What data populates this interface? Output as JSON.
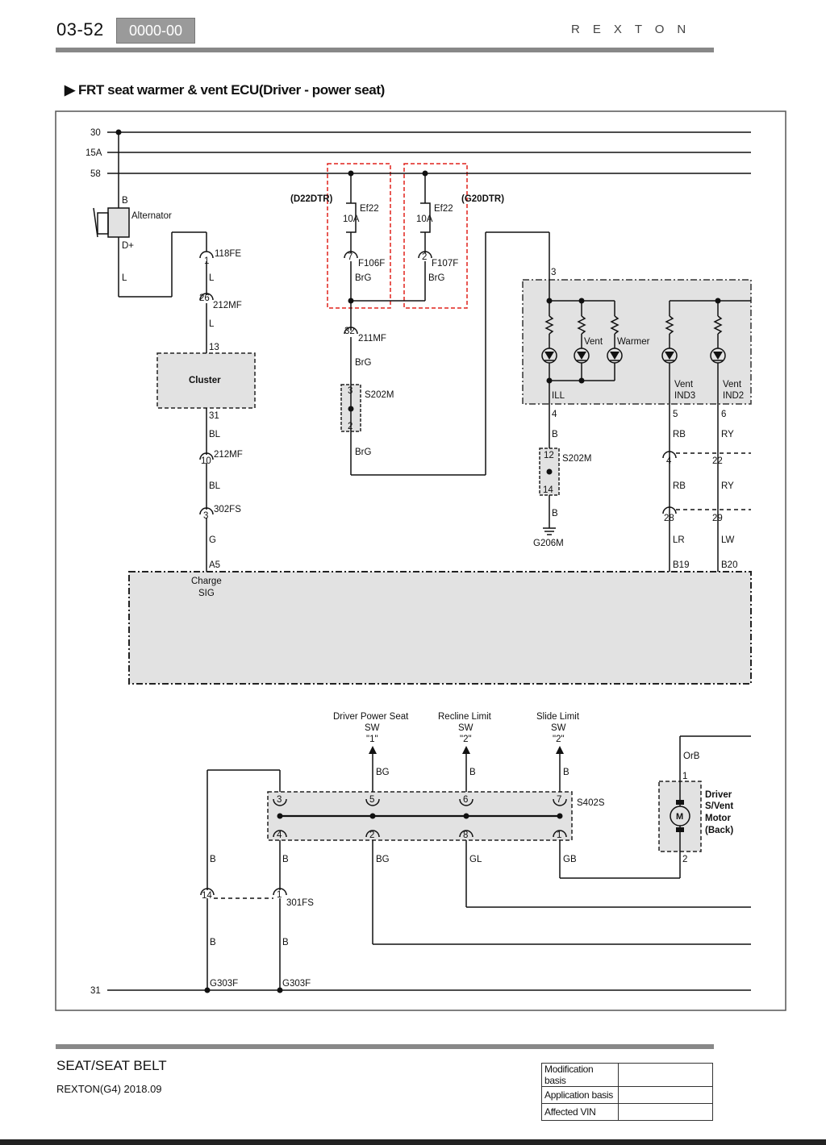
{
  "header": {
    "page_number": "03-52",
    "code": "0000-00",
    "brand": "REXTON"
  },
  "title": "▶ FRT seat warmer & vent ECU(Driver - power seat)",
  "diagram": {
    "bus": {
      "b30": "30",
      "b15a": "15A",
      "b58": "58",
      "b31": "31"
    },
    "alternator": {
      "name": "Alternator",
      "pin_b": "B",
      "pin_d": "D+",
      "wire": "L"
    },
    "cluster": {
      "name": "Cluster",
      "c1_pin": "1",
      "c1_name": "118FE",
      "w1": "L",
      "c2_pin": "26",
      "c2_name": "212MF",
      "w2": "L",
      "pin13": "13",
      "pin31": "31",
      "w3": "BL",
      "c3_pin": "10",
      "c3_name": "212MF",
      "w4": "BL",
      "c4_pin": "3",
      "c4_name": "302FS",
      "w5": "G",
      "pin_a5": "A5",
      "charge_l1": "Charge",
      "charge_l2": "SIG"
    },
    "fuses": {
      "d22": "(D22DTR)",
      "g20": "(G20DTR)",
      "f1_name": "Ef22",
      "f1_rating": "10A",
      "f1_pin": "7",
      "f1_conn": "F106F",
      "f1_wire": "BrG",
      "f2_name": "Ef22",
      "f2_rating": "10A",
      "f2_pin": "2",
      "f2_conn": "F107F",
      "f2_wire": "BrG",
      "j_pin": "32",
      "j_conn": "211MF",
      "j_wire": "BrG",
      "s_conn": "S202M",
      "s_pin_top": "3",
      "s_pin_bot": "2",
      "s_wire": "BrG"
    },
    "switch": {
      "pin3": "3",
      "vent": "Vent",
      "warmer": "Warmer",
      "vent3_l1": "Vent",
      "vent3_l2": "IND3",
      "vent2_l1": "Vent",
      "vent2_l2": "IND2",
      "ill": "ILL",
      "pin4": "4",
      "pin5": "5",
      "pin6": "6",
      "w_b": "B",
      "w_rb": "RB",
      "w_ry": "RY",
      "s_conn": "S202M",
      "s_pin_top": "12",
      "s_pin_bot": "14",
      "w_b2": "B",
      "ground": "G206M",
      "c_pin4": "4",
      "c_pin22": "22",
      "w_rb2": "RB",
      "w_ry2": "RY",
      "c_pin28": "28",
      "c_pin29": "29",
      "w_lr": "LR",
      "w_lw": "LW",
      "b19": "B19",
      "b20": "B20"
    },
    "lower": {
      "dps_l1": "Driver Power Seat",
      "dps_l2": "SW",
      "dps_l3": "\"1\"",
      "rl_l1": "Recline Limit",
      "rl_l2": "SW",
      "rl_l3": "\"2\"",
      "sl_l1": "Slide Limit",
      "sl_l2": "SW",
      "sl_l3": "\"2\"",
      "w_bg": "BG",
      "w_b": "B",
      "w_b3": "B",
      "s402_conn": "S402S",
      "p3": "3",
      "p5": "5",
      "p6": "6",
      "p7": "7",
      "p4": "4",
      "p2": "2",
      "p8": "8",
      "p1": "1",
      "wl_b1": "B",
      "wl_b2": "B",
      "wl_bg": "BG",
      "wl_gl": "GL",
      "wl_gb": "GB",
      "c301_p14": "14",
      "c301_p1": "1",
      "c301_name": "301FS",
      "wg_b1": "B",
      "wg_b2": "B",
      "g303_a": "G303F",
      "g303_b": "G303F",
      "motor_wire": "OrB",
      "motor_p1": "1",
      "motor_p2": "2",
      "motor_m": "M",
      "motor_l1": "Driver",
      "motor_l2": "S/Vent",
      "motor_l3": "Motor",
      "motor_l4": "(Back)"
    }
  },
  "footer": {
    "section": "SEAT/SEAT BELT",
    "model": "REXTON(G4) 2018.09",
    "rows": [
      {
        "label": "Modification basis",
        "value": ""
      },
      {
        "label": "Application basis",
        "value": ""
      },
      {
        "label": "Affected VIN",
        "value": ""
      }
    ]
  }
}
